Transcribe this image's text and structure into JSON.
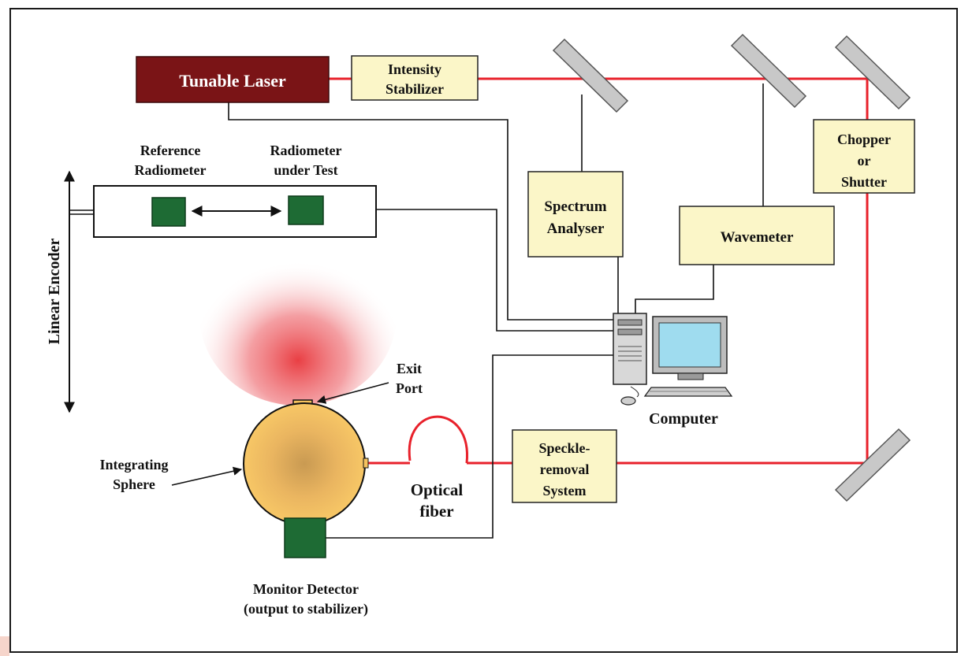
{
  "diagram": {
    "tunable_laser": "Tunable Laser",
    "intensity_stabilizer": [
      "Intensity",
      "Stabilizer"
    ],
    "reference_radiometer": [
      "Reference",
      "Radiometer"
    ],
    "radiometer_under_test": [
      "Radiometer",
      "under Test"
    ],
    "linear_encoder": "Linear Encoder",
    "spectrum_analyser": [
      "Spectrum",
      "Analyser"
    ],
    "wavemeter": "Wavemeter",
    "chopper_shutter": [
      "Chopper",
      "or",
      "Shutter"
    ],
    "computer": "Computer",
    "exit_port": [
      "Exit",
      "Port"
    ],
    "integrating_sphere": [
      "Integrating",
      "Sphere"
    ],
    "optical_fiber": [
      "Optical",
      "fiber"
    ],
    "speckle_removal": [
      "Speckle-",
      "removal",
      "System"
    ],
    "monitor_detector": [
      "Monitor Detector",
      "(output to stabilizer)"
    ]
  },
  "colors": {
    "laser_beam": "#e8212b",
    "laser_box": "#7a1416",
    "instrument_box": "#fbf6c8",
    "detector": "#1e6b34",
    "sphere": "#f5c25e",
    "mirror": "#c8c8c8"
  }
}
